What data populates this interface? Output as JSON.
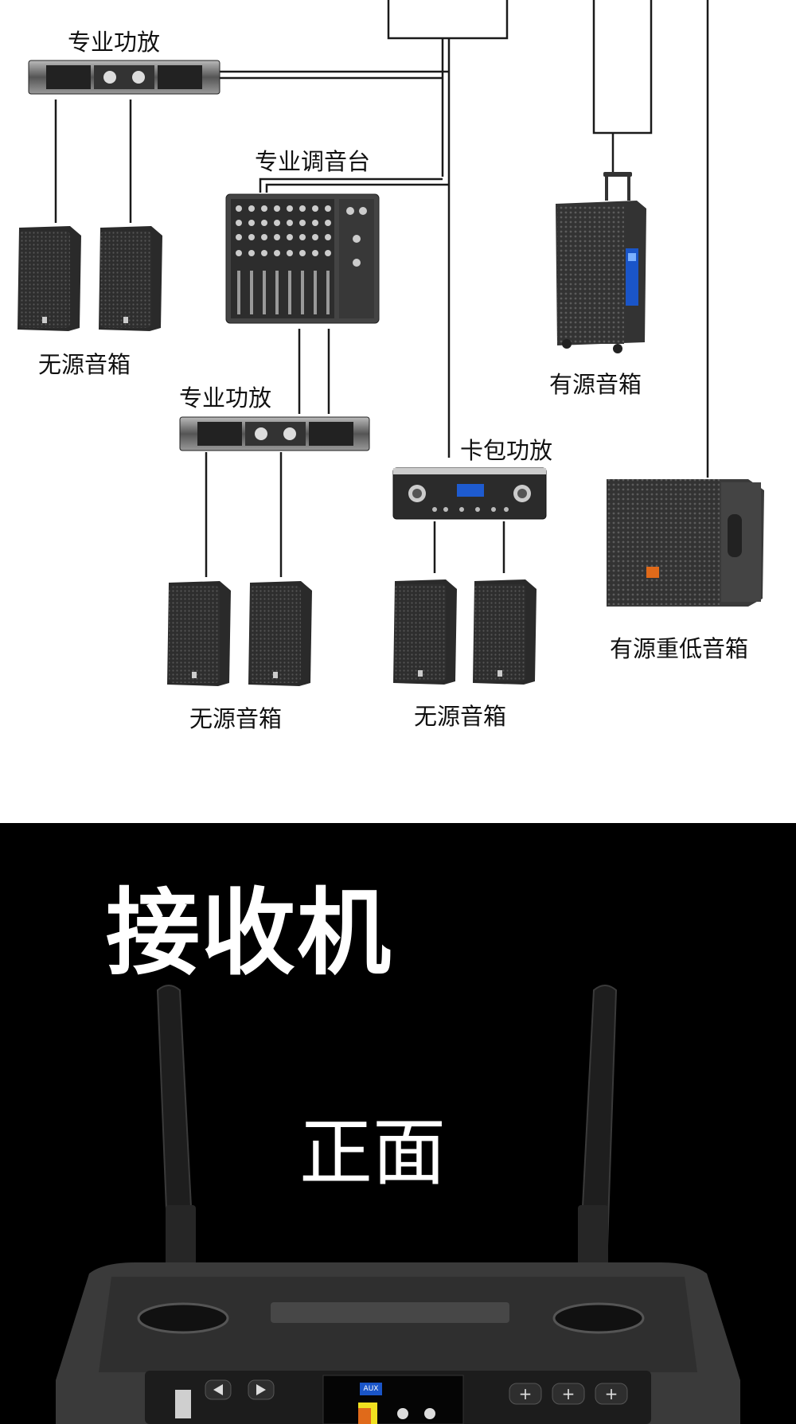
{
  "diagram": {
    "labels": {
      "amp_top": "专业功放",
      "mixer": "专业调音台",
      "passive_left": "无源音箱",
      "amp_mid": "专业功放",
      "active_speaker": "有源音箱",
      "karaoke_amp": "卡包功放",
      "passive_bottom_left": "无源音箱",
      "passive_bottom_right": "无源音箱",
      "active_subwoofer": "有源重低音箱"
    }
  },
  "receiver": {
    "title": "接收机",
    "subtitle": "正面",
    "display_label": "AUX"
  },
  "colors": {
    "line": "#1a1a1a",
    "dark_background": "#000000",
    "device_body": "#3a3a3a",
    "accent_orange": "#e06a1a",
    "display_blue": "#1a55c8"
  }
}
